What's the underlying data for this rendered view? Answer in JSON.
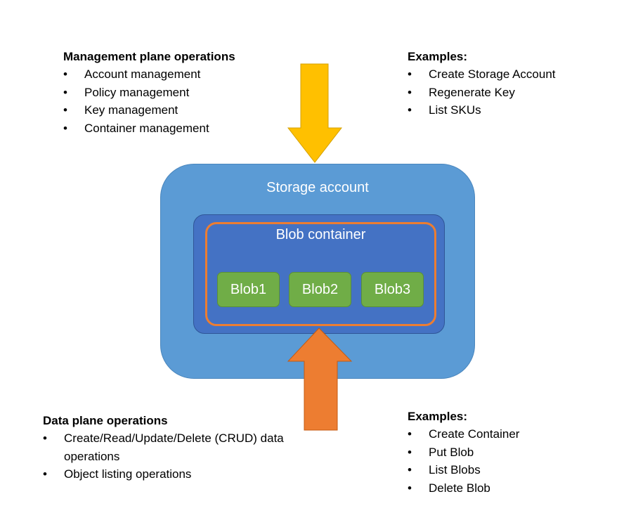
{
  "colors": {
    "storage_account_fill": "#5b9bd5",
    "container_fill": "#4472c4",
    "container_border": "#ed7d31",
    "blob_fill": "#70ad47",
    "management_arrow": "#ffc000",
    "data_arrow": "#ed7d31"
  },
  "management": {
    "title": "Management plane operations",
    "items": [
      "Account management",
      "Policy management",
      "Key management",
      "Container management"
    ]
  },
  "management_examples": {
    "title": "Examples:",
    "items": [
      "Create Storage Account",
      "Regenerate  Key",
      "List SKUs"
    ]
  },
  "storage_account": {
    "label": "Storage account",
    "container": {
      "label": "Blob container",
      "blobs": [
        "Blob1",
        "Blob2",
        "Blob3"
      ]
    }
  },
  "data": {
    "title": "Data plane operations",
    "items": [
      "Create/Read/Update/Delete  (CRUD) data operations",
      "Object listing operations"
    ]
  },
  "data_examples": {
    "title": "Examples:",
    "items": [
      "Create  Container",
      "Put Blob",
      "List Blobs",
      "Delete  Blob"
    ]
  }
}
